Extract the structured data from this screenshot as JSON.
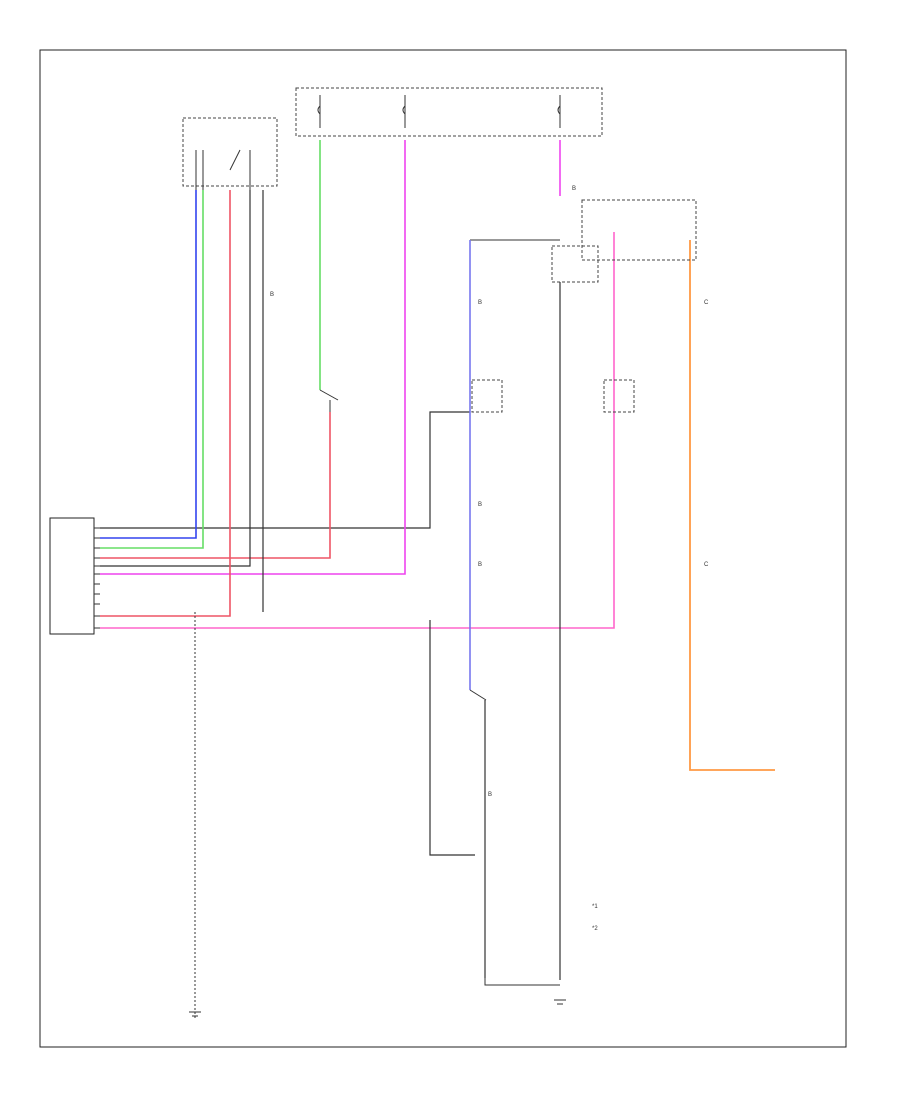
{
  "diagram": {
    "page_ref": "",
    "legend": [
      {
        "key": "*1",
        "text": ""
      },
      {
        "key": "*2",
        "text": ""
      }
    ],
    "colors": {
      "frame": "#222222",
      "black": "#333333",
      "green": "#66dd66",
      "blue": "#3344ee",
      "pink": "#ff66cc",
      "magenta": "#ee44ee",
      "red": "#ee5566",
      "orange": "#ff9944",
      "violet": "#7777ee"
    },
    "wire_letters": {
      "w1": "B",
      "w2": "B",
      "w3": "B",
      "w4": "C",
      "w5": "B",
      "w6": "C",
      "w7": "B",
      "w8": "B"
    }
  }
}
